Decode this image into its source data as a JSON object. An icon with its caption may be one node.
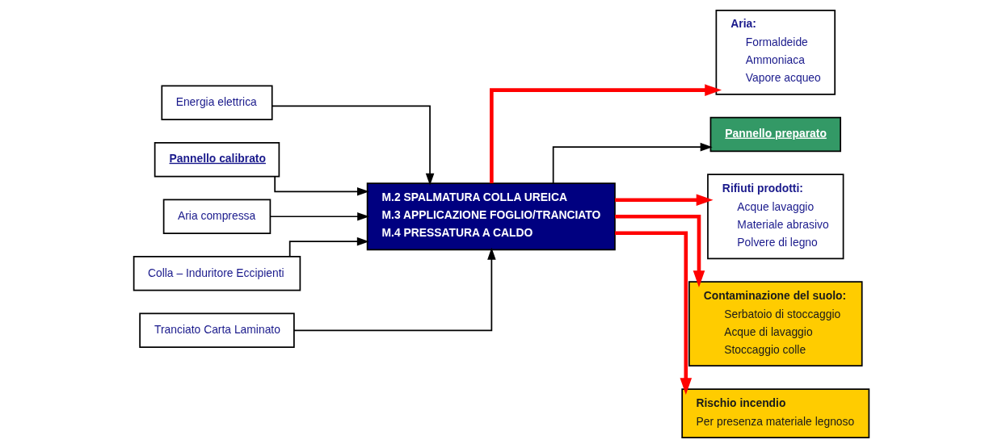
{
  "diagram": {
    "nodes": [
      {
        "text": [
          "Energia elettrica"
        ]
      },
      {
        "text": [
          "Pannello calibrato"
        ]
      },
      {
        "text": [
          "Aria compressa"
        ]
      },
      {
        "text": [
          "Colla – Induritore Eccipienti"
        ]
      },
      {
        "text": [
          "Tranciato Carta Laminato"
        ]
      },
      {
        "text": [
          "M.2 SPALMATURA COLLA UREICA",
          "M.3 APPLICAZIONE FOGLIO/TRANCIATO",
          "M.4 PRESSATURA A CALDO"
        ]
      },
      {
        "text": [
          "Aria:",
          "Formaldeide",
          "Ammoniaca",
          "Vapore acqueo"
        ]
      },
      {
        "text": [
          "Pannello preparato"
        ]
      },
      {
        "text": [
          "Rifiuti prodotti:",
          "Acque lavaggio",
          "Materiale abrasivo",
          "Polvere di legno"
        ]
      },
      {
        "text": [
          "Contaminazione del suolo:",
          "Serbatoio di stoccaggio",
          "Acque di lavaggio",
          "Stoccaggio colle"
        ]
      },
      {
        "text": [
          "Rischio incendio",
          "Per presenza materiale legnoso"
        ]
      }
    ],
    "edges": [
      {
        "from": 0,
        "to": 5,
        "arrow": "to"
      },
      {
        "from": 1,
        "to": 5,
        "arrow": "to"
      },
      {
        "from": 2,
        "to": 5,
        "arrow": "to"
      },
      {
        "from": 3,
        "to": 5,
        "arrow": "to"
      },
      {
        "from": 4,
        "to": 5,
        "arrow": "to"
      },
      {
        "from": 5,
        "to": 6,
        "arrow": "to",
        "style": "thick",
        "color": "#ff0000"
      },
      {
        "from": 5,
        "to": 7,
        "arrow": "to"
      },
      {
        "from": 5,
        "to": 8,
        "arrow": "to",
        "style": "thick",
        "color": "#ff0000"
      },
      {
        "from": 5,
        "to": 9,
        "arrow": "to",
        "style": "thick",
        "color": "#ff0000"
      },
      {
        "from": 5,
        "to": 10,
        "arrow": "to",
        "style": "thick",
        "color": "#ff0000"
      }
    ]
  }
}
